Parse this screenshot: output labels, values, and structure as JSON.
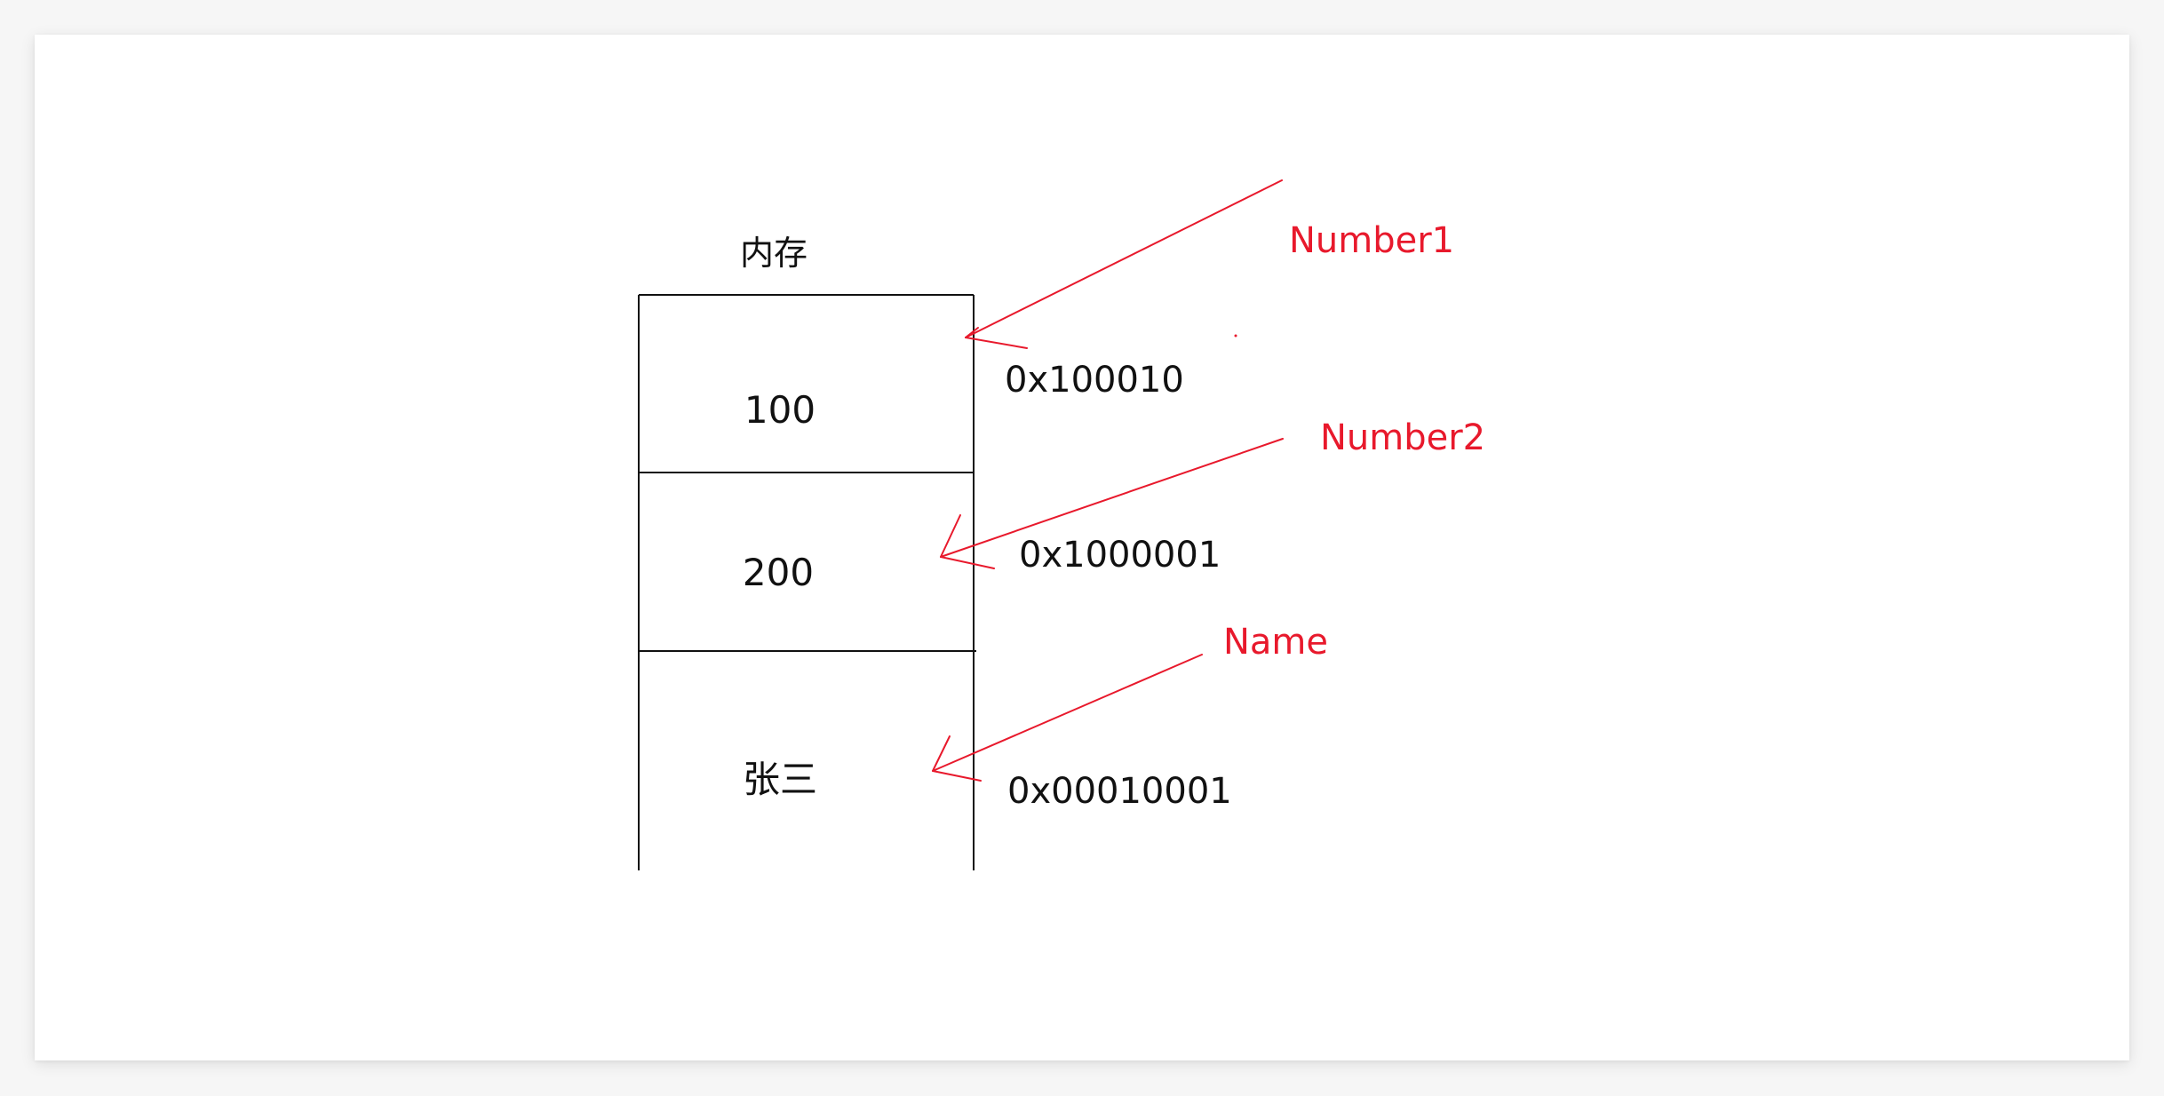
{
  "memory_title": "内存",
  "cells": [
    {
      "value": "100"
    },
    {
      "value": "200"
    },
    {
      "value": "张三"
    }
  ],
  "addresses": [
    {
      "text": "0x100010"
    },
    {
      "text": "0x1000001"
    },
    {
      "text": "0x00010001"
    }
  ],
  "variables": [
    {
      "text": "Number1"
    },
    {
      "text": "Number2"
    },
    {
      "text": "Name"
    }
  ],
  "colors": {
    "variable": "#e8192c",
    "arrow": "#e8192c",
    "box": "#111111",
    "card": "#ffffff",
    "background": "#f6f6f6"
  }
}
